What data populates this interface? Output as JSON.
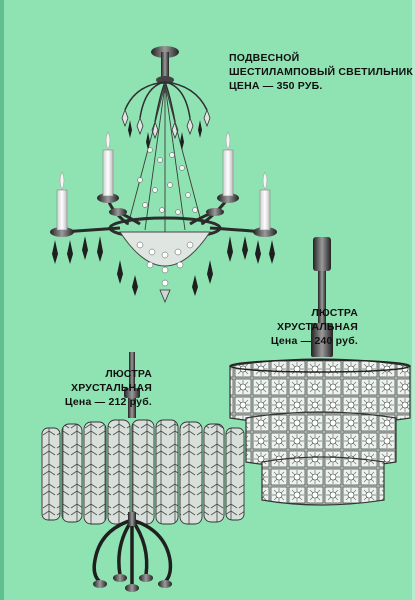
{
  "products": [
    {
      "lines": [
        "ПОДВЕСНОЙ",
        "ШЕСТИЛАМПОВЫЙ СВЕТИЛЬНИК",
        "ЦЕНА — 350 РУБ."
      ]
    },
    {
      "lines": [
        "ЛЮСТРА",
        "ХРУСТАЛЬНАЯ",
        "Цена — 240 руб."
      ]
    },
    {
      "lines": [
        "ЛЮСТРА",
        "ХРУСТАЛЬНАЯ",
        "Цена — 212 руб."
      ]
    }
  ],
  "colors": {
    "background": "#8fe3b2",
    "metal": "#3a3a3a",
    "crystal": "#e8efe9"
  }
}
